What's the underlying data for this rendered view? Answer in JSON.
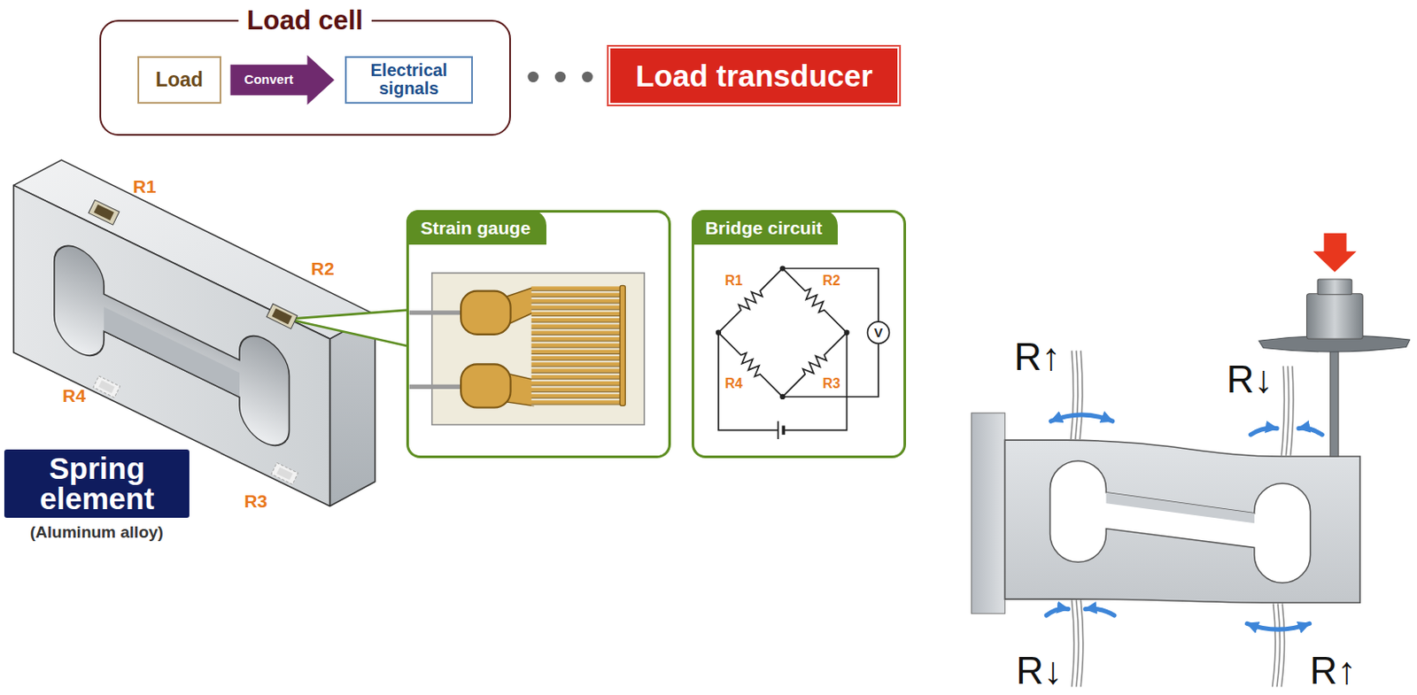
{
  "diagram": {
    "nodes": [
      {
        "text": [
          "Load cell"
        ]
      },
      {
        "text": [
          "Load"
        ],
        "in": 0
      },
      {
        "text": [
          "Electrical signals"
        ],
        "in": 0
      },
      {
        "text": [
          "Load transducer"
        ]
      },
      {
        "text": [
          "Spring element"
        ]
      },
      {
        "text": [
          "Strain gauge"
        ]
      },
      {
        "text": [
          "Bridge circuit"
        ]
      }
    ],
    "edges": [
      {
        "from": 1,
        "to": 2,
        "label": "Convert",
        "arrow": "to"
      }
    ],
    "labels": [
      "R1",
      "R2",
      "R4",
      "R3",
      "(Aluminum alloy)",
      "R1",
      "R2",
      "R4",
      "R3",
      "V",
      "R↑",
      "R↓",
      "R↓",
      "R↑"
    ]
  }
}
